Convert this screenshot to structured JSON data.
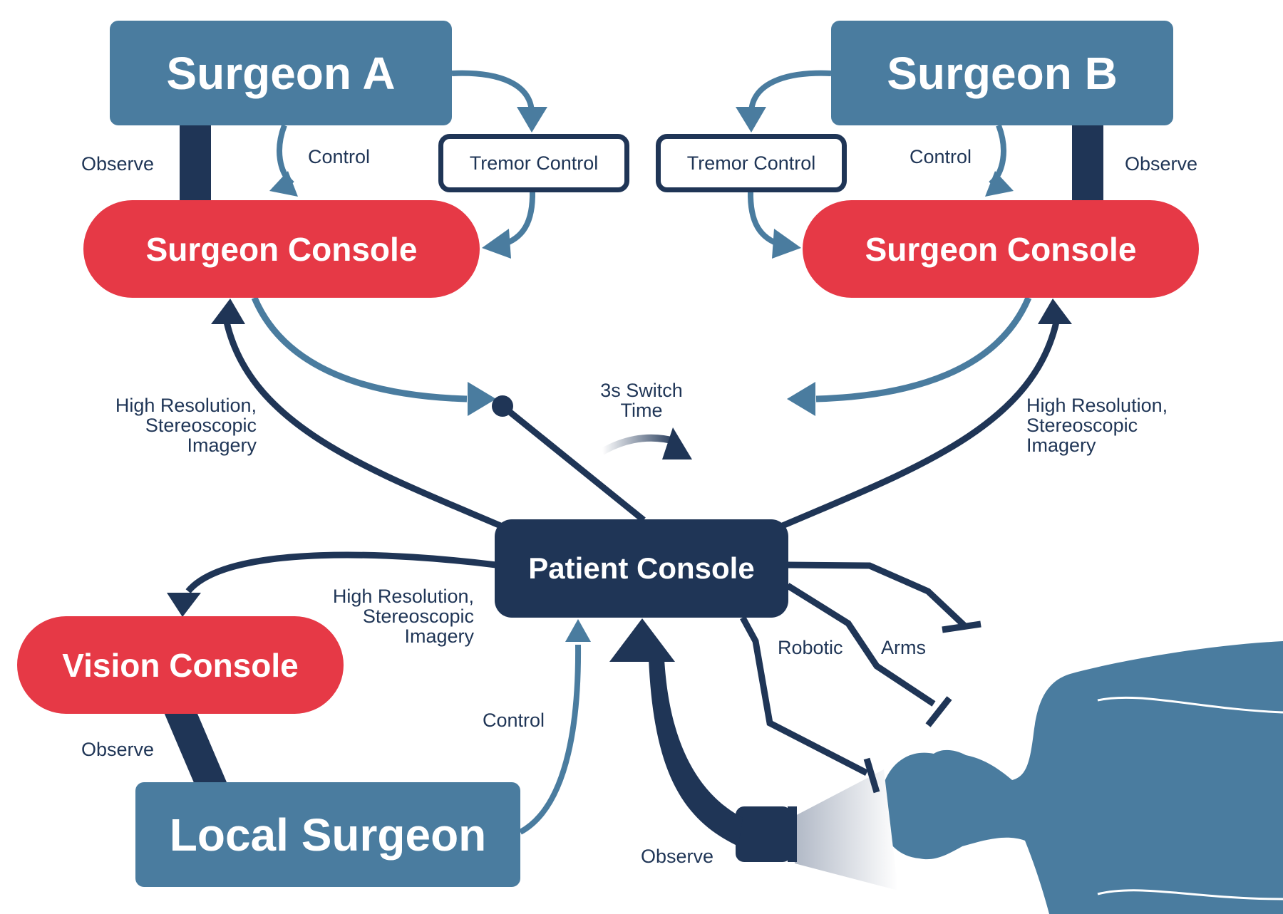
{
  "nodes": {
    "surgeon_a": "Surgeon A",
    "surgeon_b": "Surgeon B",
    "console_a": "Surgeon Console",
    "console_b": "Surgeon Console",
    "tremor_a": "Tremor Control",
    "tremor_b": "Tremor Control",
    "patient_console": "Patient Console",
    "vision_console": "Vision Console",
    "local_surgeon": "Local Surgeon"
  },
  "labels": {
    "observe_a": "Observe",
    "control_a": "Control",
    "observe_b": "Observe",
    "control_b": "Control",
    "imagery_a": [
      "High Resolution,",
      "Stereoscopic",
      "Imagery"
    ],
    "imagery_b": [
      "High Resolution,",
      "Stereoscopic",
      "Imagery"
    ],
    "imagery_vision": [
      "High Resolution,",
      "Stereoscopic",
      "Imagery"
    ],
    "switch_time": [
      "3s Switch",
      "Time"
    ],
    "robotic": "Robotic",
    "arms": "Arms",
    "observe_vision": "Observe",
    "control_local": "Control",
    "observe_camera": "Observe"
  },
  "colors": {
    "navy": "#1f3556",
    "steel_blue": "#4a7c9f",
    "red": "#e63946",
    "white": "#ffffff"
  }
}
